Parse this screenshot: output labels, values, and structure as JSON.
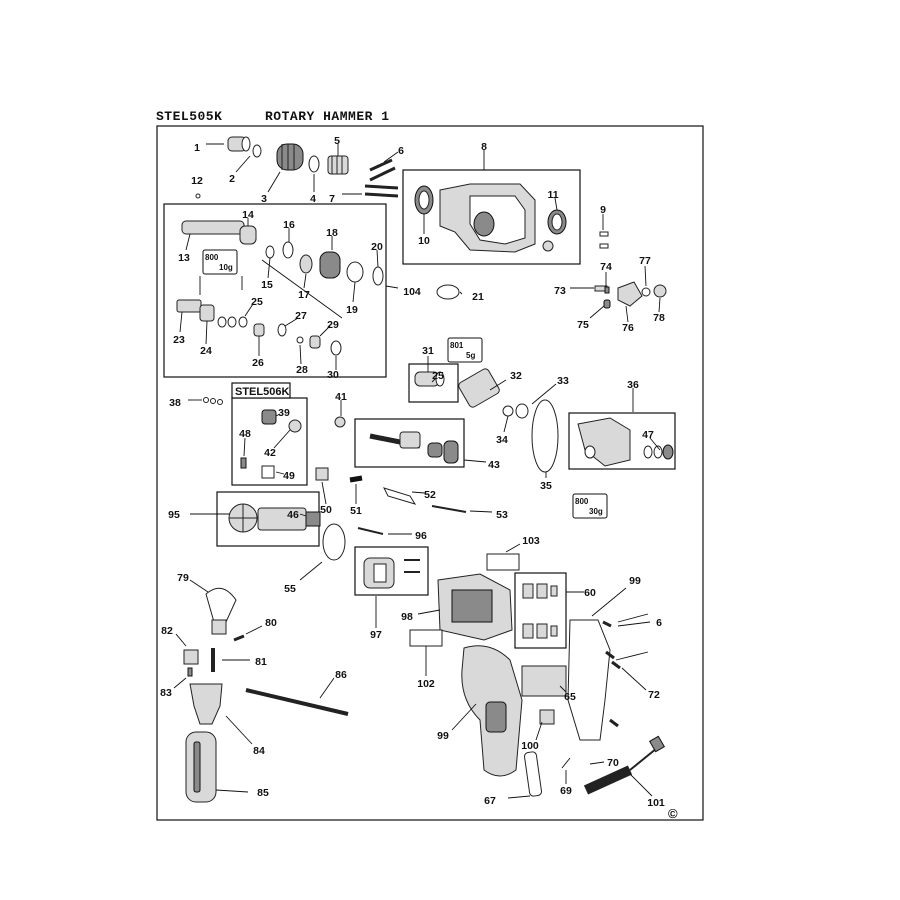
{
  "header": {
    "model": "STEL505K",
    "title": "ROTARY HAMMER 1"
  },
  "variant_box_label": "STEL506K",
  "grease_tags": [
    {
      "code": "800",
      "amount": "10g"
    },
    {
      "code": "801",
      "amount": "5g"
    },
    {
      "code": "800",
      "amount": "30g"
    }
  ],
  "copyright": "©",
  "callouts": [
    "1",
    "2",
    "3",
    "4",
    "5",
    "6",
    "7",
    "8",
    "9",
    "10",
    "11",
    "12",
    "13",
    "14",
    "15",
    "16",
    "17",
    "18",
    "19",
    "20",
    "21",
    "104",
    "23",
    "24",
    "25",
    "26",
    "27",
    "28",
    "29",
    "30",
    "31",
    "25",
    "32",
    "33",
    "34",
    "35",
    "36",
    "38",
    "39",
    "41",
    "42",
    "43",
    "47",
    "48",
    "49",
    "50",
    "51",
    "52",
    "53",
    "73",
    "74",
    "75",
    "76",
    "77",
    "78",
    "95",
    "46",
    "96",
    "55",
    "97",
    "98",
    "79",
    "80",
    "81",
    "82",
    "83",
    "84",
    "85",
    "86",
    "103",
    "60",
    "99",
    "6",
    "72",
    "102",
    "65",
    "99",
    "100",
    "67",
    "69",
    "70",
    "101"
  ]
}
